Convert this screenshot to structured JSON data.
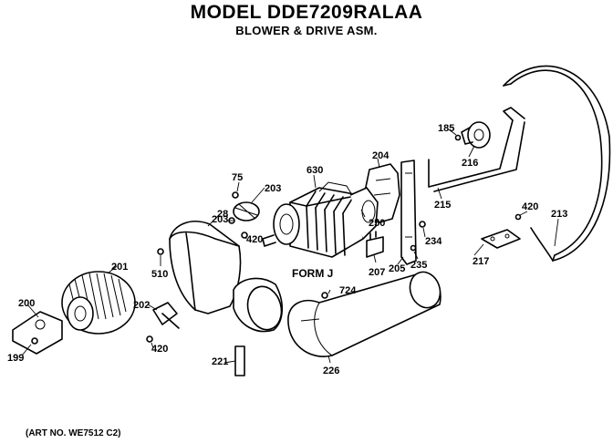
{
  "header": {
    "model": "MODEL DDE7209RALAA",
    "subtitle": "BLOWER & DRIVE ASM."
  },
  "footer": {
    "art_no": "(ART NO. WE7512 C2)"
  },
  "form_label": "FORM J",
  "parts": {
    "p199": "199",
    "p200": "200",
    "p201": "201",
    "p202": "202",
    "p420a": "420",
    "p510": "510",
    "p28": "28",
    "p203a": "203",
    "p75": "75",
    "p203b": "203",
    "p420b": "420",
    "p630": "630",
    "p250": "250",
    "p204": "204",
    "p207": "207",
    "p205": "205",
    "p235": "235",
    "p234": "234",
    "p185": "185",
    "p216": "216",
    "p215": "215",
    "p420c": "420",
    "p213": "213",
    "p217": "217",
    "p724": "724",
    "p221": "221",
    "p226": "226"
  }
}
